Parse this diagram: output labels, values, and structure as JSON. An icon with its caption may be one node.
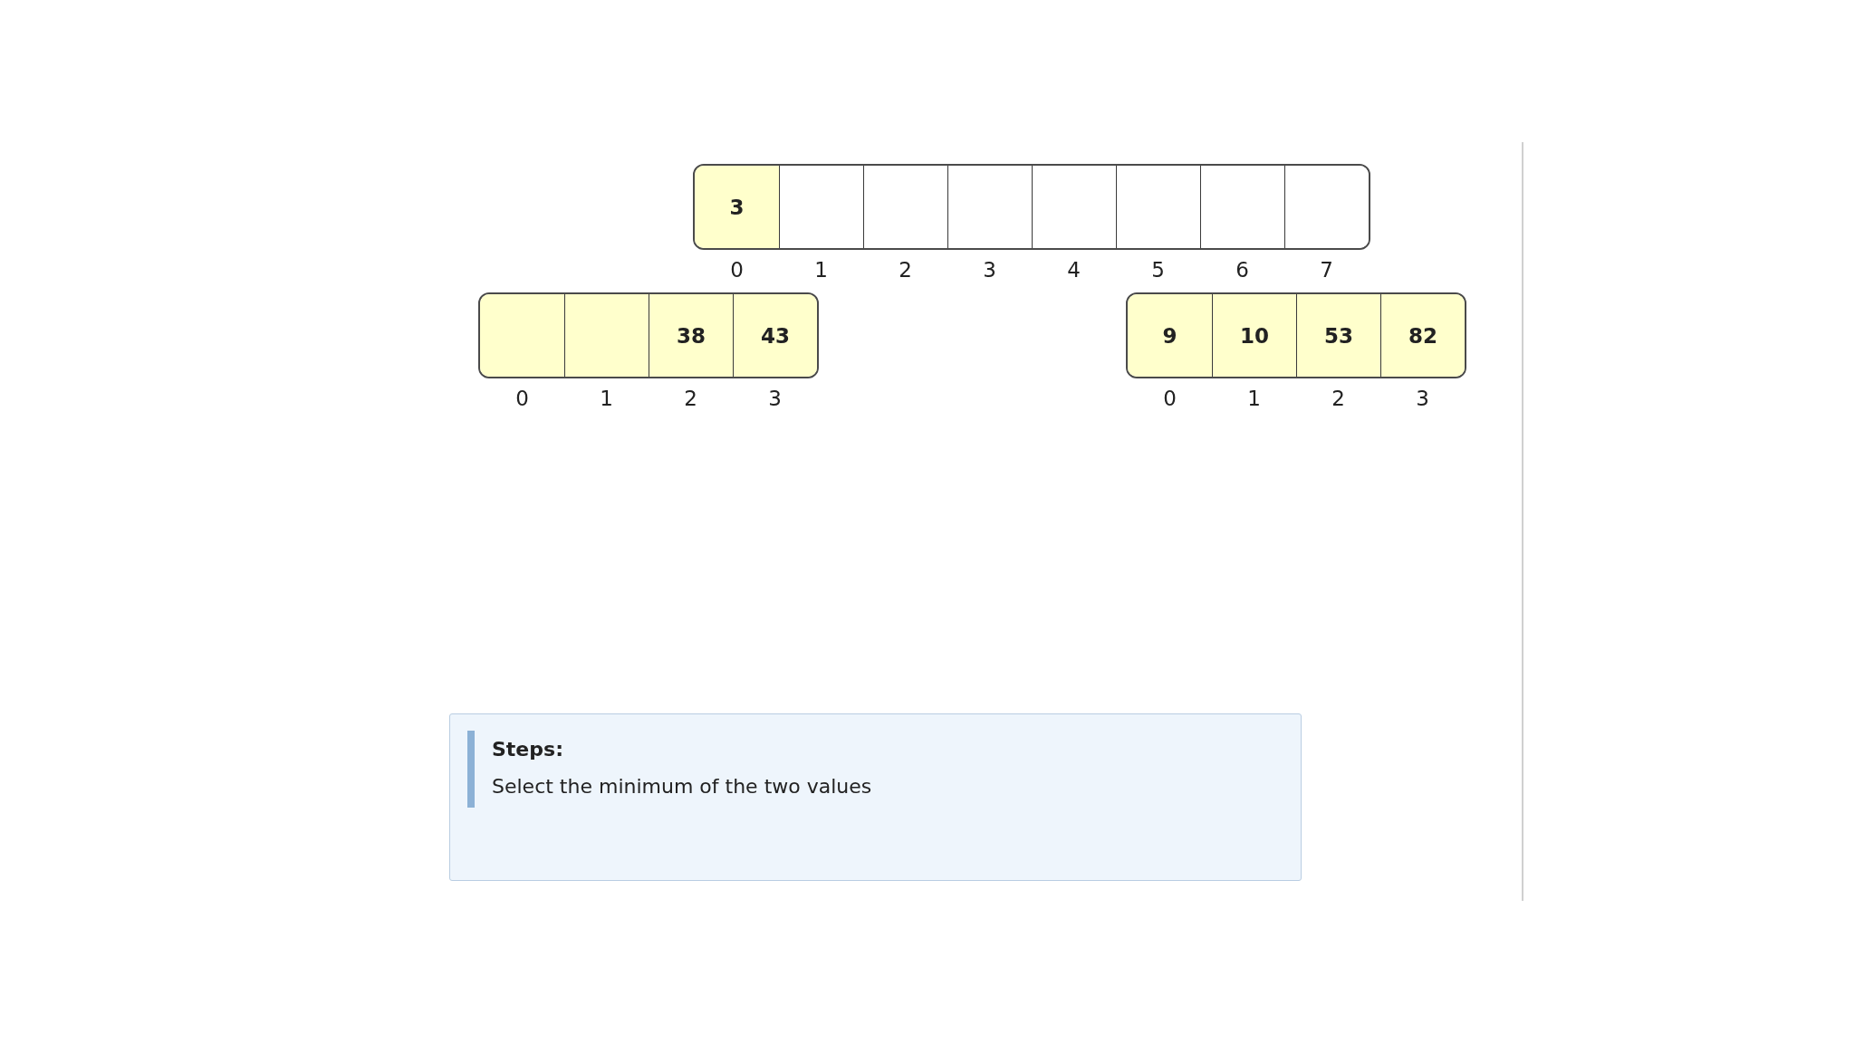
{
  "diagram": {
    "nodes": [
      {
        "text": [],
        "shape": "box"
      },
      {
        "text": [
          "3"
        ],
        "in": 0,
        "beside": [
          "0"
        ]
      },
      {
        "text": [],
        "shape": "box",
        "in": 0,
        "beside": [
          "1"
        ]
      },
      {
        "text": [],
        "shape": "box",
        "in": 0,
        "beside": [
          "2"
        ]
      },
      {
        "text": [],
        "shape": "box",
        "in": 0,
        "beside": [
          "3"
        ]
      },
      {
        "text": [],
        "shape": "box",
        "in": 0,
        "beside": [
          "4"
        ]
      },
      {
        "text": [],
        "shape": "box",
        "in": 0,
        "beside": [
          "5"
        ]
      },
      {
        "text": [],
        "shape": "box",
        "in": 0,
        "beside": [
          "6"
        ]
      },
      {
        "text": [],
        "shape": "box",
        "in": 0,
        "beside": [
          "7"
        ]
      },
      {
        "text": [],
        "shape": "box"
      },
      {
        "text": [],
        "shape": "box",
        "in": 9,
        "beside": [
          "0"
        ]
      },
      {
        "text": [],
        "shape": "box",
        "in": 9,
        "beside": [
          "1"
        ]
      },
      {
        "text": [
          "38"
        ],
        "in": 9,
        "beside": [
          "2"
        ]
      },
      {
        "text": [
          "43"
        ],
        "in": 9,
        "beside": [
          "3"
        ]
      },
      {
        "text": [],
        "shape": "box"
      },
      {
        "text": [
          "9"
        ],
        "in": 14,
        "beside": [
          "0"
        ]
      },
      {
        "text": [
          "10"
        ],
        "in": 14,
        "beside": [
          "1"
        ]
      },
      {
        "text": [
          "53"
        ],
        "in": 14,
        "beside": [
          "2"
        ]
      },
      {
        "text": [
          "82"
        ],
        "in": 14,
        "beside": [
          "3"
        ]
      },
      {
        "text": [
          "Steps:",
          "Select the minimum of the two values"
        ]
      }
    ]
  }
}
